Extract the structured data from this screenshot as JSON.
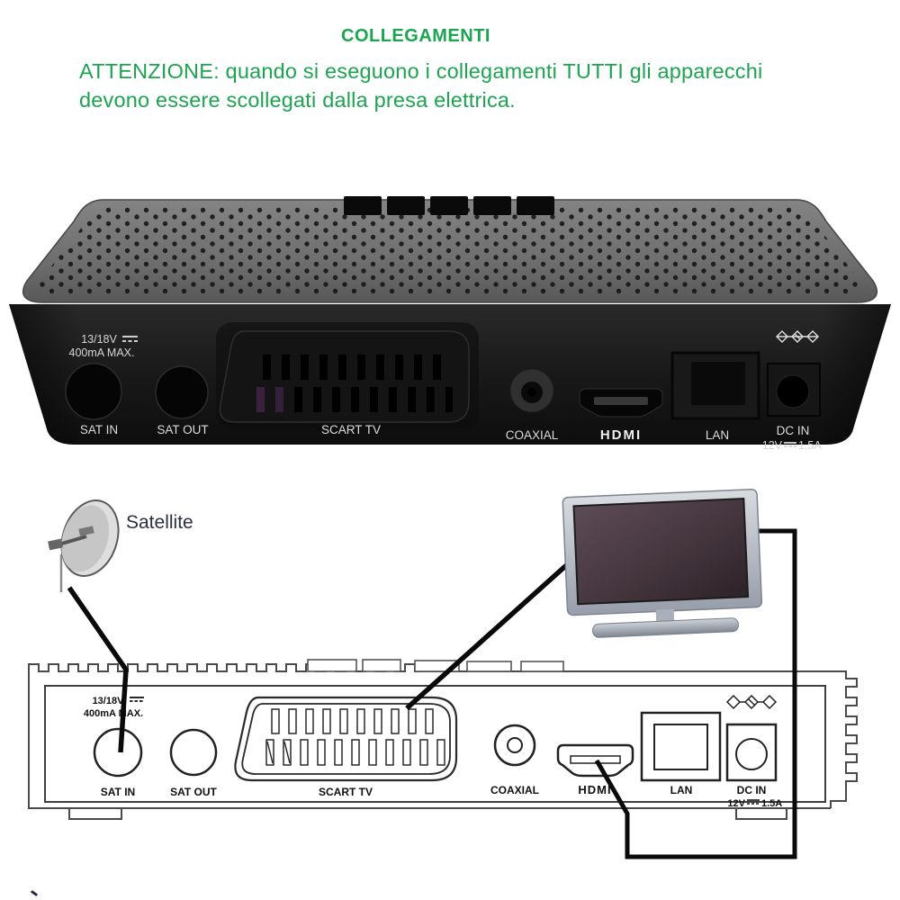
{
  "header": {
    "title": "COLLEGAMENTI",
    "warning_lines": [
      "ATTENZIONE: quando si eseguono i collegamenti TUTTI gli apparecchi",
      "devono essere scollegati dalla presa elettrica."
    ]
  },
  "colors": {
    "accent_green": "#1ca450"
  },
  "rear_photo": {
    "power_line1": "13/18V",
    "power_line2": "400mA MAX.",
    "labels": {
      "sat_in": "SAT IN",
      "sat_out": "SAT OUT",
      "scart": "SCART TV",
      "coaxial": "COAXIAL",
      "hdmi": "HDMI",
      "lan": "LAN",
      "dc_in": "DC IN",
      "dc_v": "12V",
      "dc_a": "1.5A"
    }
  },
  "diagram": {
    "satellite_label": "Satellite",
    "power_line1": "13/18V",
    "power_line2": "400mA MAX.",
    "labels": {
      "sat_in": "SAT IN",
      "sat_out": "SAT OUT",
      "scart": "SCART TV",
      "coaxial": "COAXIAL",
      "hdmi": "HDMI",
      "lan": "LAN",
      "dc_in": "DC IN",
      "dc_v": "12V",
      "dc_a": "1.5A"
    }
  }
}
